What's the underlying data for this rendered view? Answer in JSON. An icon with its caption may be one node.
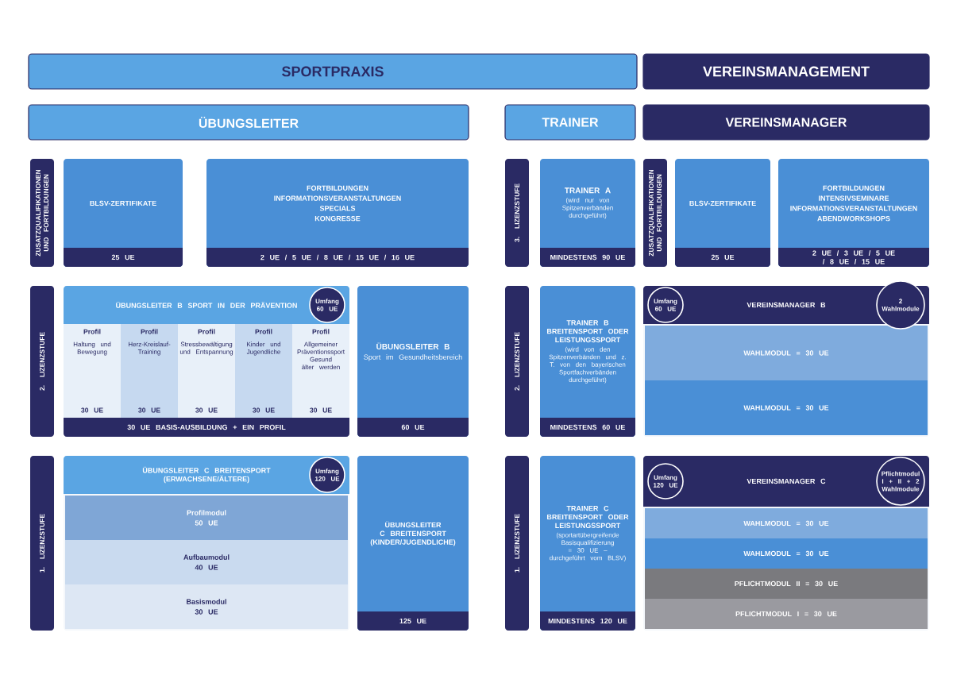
{
  "diagram": {
    "nodes": [
      {
        "text": [
          "SPORTPRAXIS"
        ]
      },
      {
        "text": [
          "VEREINSMANAGEMENT"
        ]
      },
      {
        "text": [
          "ÜBUNGSLEITER"
        ]
      },
      {
        "text": [
          "TRAINER"
        ]
      },
      {
        "text": [
          "VEREINSMANAGER"
        ]
      },
      {
        "text": [
          "ZUSATZQUALIFIKATIONEN UND FORTBILDUNGEN"
        ]
      },
      {
        "text": [
          "BLSV-ZERTIFIKATE",
          "25 UE"
        ]
      },
      {
        "text": [
          "FORTBILDUNGEN",
          "INFORMATIONSVERANSTALTUNGEN",
          "SPECIALS",
          "KONGRESSE",
          "2 UE / 5 UE / 8 UE / 15 UE / 16 UE"
        ]
      },
      {
        "text": [
          "2. LIZENZSTUFE"
        ]
      },
      {
        "text": [
          "ÜBUNGSLEITER B SPORT IN DER PRÄVENTION",
          "30 UE BASIS-AUSBILDUNG + EIN PROFIL"
        ]
      },
      {
        "text": [
          "Profil",
          "Haltung und Bewegung",
          "30 UE"
        ],
        "in": 9
      },
      {
        "text": [
          "Profil",
          "Herz-Kreislauf-Training",
          "30 UE"
        ],
        "in": 9
      },
      {
        "text": [
          "Profil",
          "Stressbewältigung und Entspannung",
          "30 UE"
        ],
        "in": 9
      },
      {
        "text": [
          "Profil",
          "Kinder und Jugendliche",
          "30 UE"
        ],
        "in": 9
      },
      {
        "text": [
          "Profil",
          "Allgemeiner Präventionssport Gesund älter werden",
          "30 UE"
        ],
        "in": 9
      },
      {
        "text": [
          "ÜBUNGSLEITER B",
          "Sport im Gesundheitsbereich",
          "60 UE"
        ]
      },
      {
        "text": [
          "1. LIZENZSTUFE"
        ]
      },
      {
        "text": [
          "ÜBUNGSLEITER C BREITENSPORT (ERWACHSENE/ÄLTERE)"
        ]
      },
      {
        "text": [
          "Profilmodul",
          "50 UE"
        ],
        "in": 17
      },
      {
        "text": [
          "Aufbaumodul",
          "40 UE"
        ],
        "in": 17
      },
      {
        "text": [
          "Basismodul",
          "30 UE"
        ],
        "in": 17
      },
      {
        "text": [
          "ÜBUNGSLEITER C BREITENSPORT (KINDER/JUGENDLICHE)",
          "125 UE"
        ]
      },
      {
        "text": [
          "3. LIZENZSTUFE"
        ]
      },
      {
        "text": [
          "TRAINER A",
          "(wird nur von Spitzenverbänden durchgeführt)",
          "MINDESTENS 90 UE"
        ]
      },
      {
        "text": [
          "ZUSATZQUALIFIKATIONEN UND FORTBILDUNGEN"
        ]
      },
      {
        "text": [
          "BLSV-ZERTIFIKATE",
          "25 UE"
        ]
      },
      {
        "text": [
          "FORTBILDUNGEN",
          "INTENSIVSEMINARE",
          "INFORMATIONSVERANSTALTUNGEN",
          "ABENDWORKSHOPS",
          "2 UE / 3 UE / 5 UE / 8 UE / 15 UE"
        ]
      },
      {
        "text": [
          "2. LIZENZSTUFE"
        ]
      },
      {
        "text": [
          "TRAINER B BREITENSPORT ODER LEISTUNGSSPORT",
          "(wird von den Spitzenverbänden und z. T. von den bayerischen Sportfachverbänden durchgeführt)",
          "MINDESTENS 60 UE"
        ]
      },
      {
        "text": [
          "VEREINSMANAGER B"
        ]
      },
      {
        "text": [
          "WAHLMODUL = 30 UE"
        ],
        "in": 29
      },
      {
        "text": [
          "WAHLMODUL = 30 UE"
        ],
        "in": 29
      },
      {
        "text": [
          "1. LIZENZSTUFE"
        ]
      },
      {
        "text": [
          "TRAINER C BREITENSPORT ODER LEISTUNGSSPORT",
          "(sportartübergreifende Basisqualifizierung = 30 UE – durchgeführt vom BLSV)",
          "MINDESTENS 120 UE"
        ]
      },
      {
        "text": [
          "VEREINSMANAGER C"
        ]
      },
      {
        "text": [
          "WAHLMODUL = 30 UE"
        ],
        "in": 34
      },
      {
        "text": [
          "WAHLMODUL = 30 UE"
        ],
        "in": 34
      },
      {
        "text": [
          "PFLICHTMODUL II = 30 UE"
        ],
        "in": 34
      },
      {
        "text": [
          "PFLICHTMODUL I = 30 UE"
        ],
        "in": 34
      },
      {
        "text": [
          "Umfang 60 UE"
        ],
        "in": 9
      },
      {
        "text": [
          "Umfang 120 UE"
        ],
        "in": 17
      },
      {
        "text": [
          "Umfang 60 UE"
        ],
        "in": 29
      },
      {
        "text": [
          "2 Wahlmodule"
        ],
        "in": 29
      },
      {
        "text": [
          "Umfang 120 UE"
        ],
        "in": 34
      },
      {
        "text": [
          "Pflichtmodul I + II + 2 Wahlmodule"
        ],
        "in": 34
      }
    ]
  }
}
